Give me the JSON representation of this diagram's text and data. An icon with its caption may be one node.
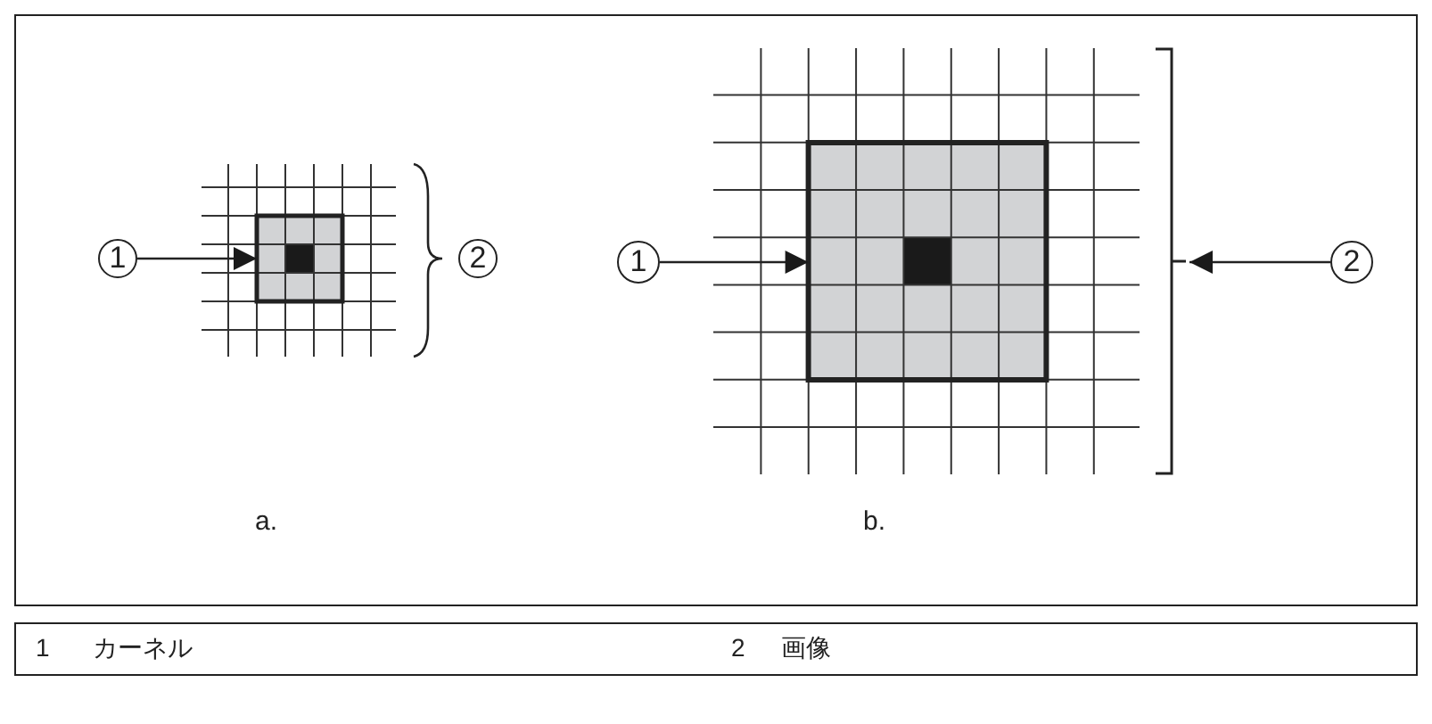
{
  "diagram": {
    "nodes": [
      {
        "text": [
          "1"
        ]
      },
      {
        "text": [],
        "shape": "box"
      },
      {
        "text": [
          "2"
        ]
      },
      {
        "text": [
          "1"
        ]
      },
      {
        "text": [],
        "shape": "box"
      },
      {
        "text": [
          "2"
        ]
      },
      {
        "text": [],
        "shape": "bracket"
      }
    ],
    "edges": [
      {
        "from": 0,
        "to": 1,
        "arrow": "to"
      },
      {
        "from": 3,
        "to": 4,
        "arrow": "to"
      },
      {
        "from": 5,
        "to": 6,
        "arrow": "to"
      }
    ],
    "labels": [
      "a.",
      "b.",
      "1",
      "カーネル",
      "2",
      "画像"
    ]
  }
}
